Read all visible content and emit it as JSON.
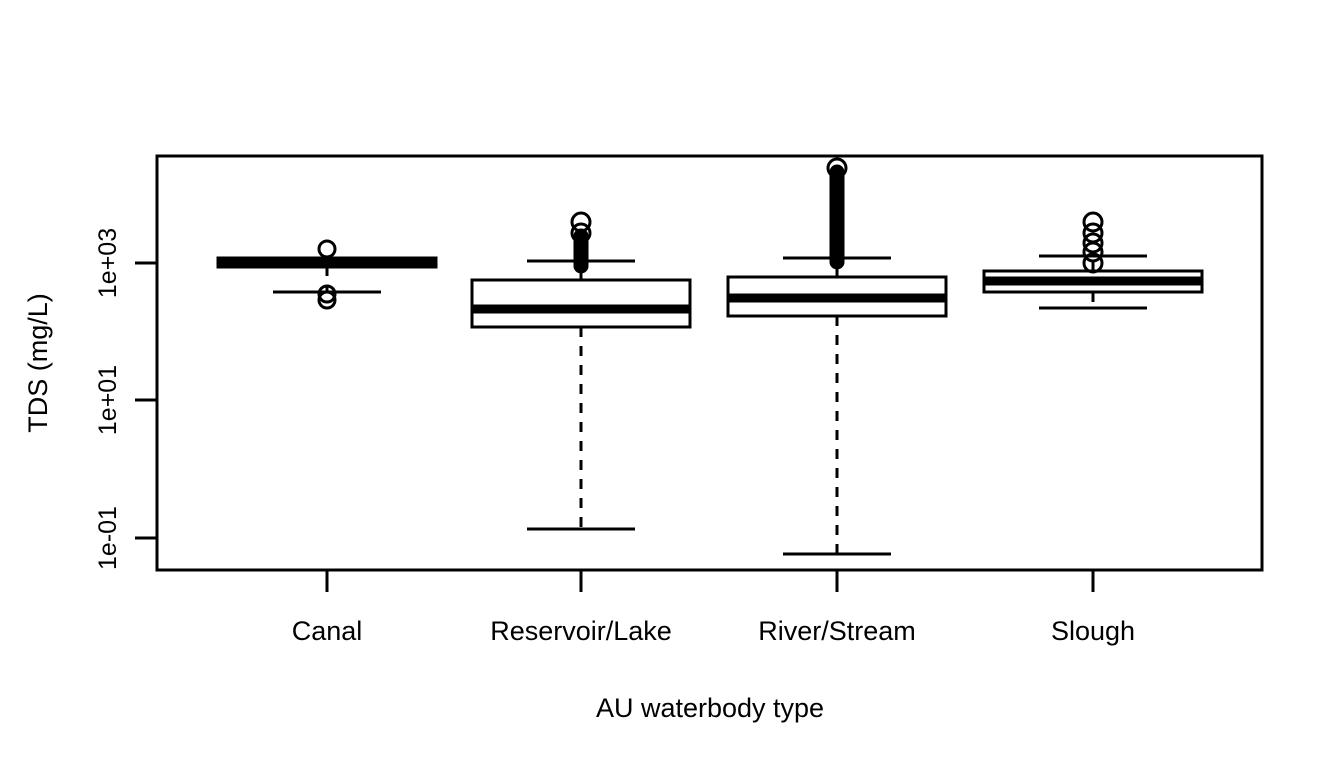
{
  "chart_data": {
    "type": "box",
    "title": "",
    "xlabel": "AU waterbody type",
    "ylabel": "TDS (mg/L)",
    "yscale": "log",
    "ytick_labels": [
      "1e+03",
      "1e+01",
      "1e-01"
    ],
    "ytick_values": [
      1000,
      10,
      0.1
    ],
    "ylim": [
      0.02,
      20000
    ],
    "categories": [
      "Canal",
      "Reservoir/Lake",
      "River/Stream",
      "Slough"
    ],
    "grid": false,
    "legend": "none",
    "boxes": [
      {
        "category": "Canal",
        "lower_whisker": 420,
        "q1": 880,
        "median": 960,
        "q3": 1030,
        "upper_whisker": 1060,
        "outliers": [
          1700,
          370,
          350
        ]
      },
      {
        "category": "Reservoir/Lake",
        "lower_whisker": 0.2,
        "q1": 170,
        "median": 215,
        "q3": 620,
        "upper_whisker": 1100,
        "outliers": [
          2100,
          1800,
          1650,
          1500,
          1380,
          1300,
          1250,
          1200,
          1180,
          1150,
          1130,
          1120
        ]
      },
      {
        "category": "River/Stream",
        "lower_whisker": 0.1,
        "q1": 195,
        "median": 300,
        "q3": 640,
        "upper_whisker": 1120,
        "outliers": [
          7800,
          6500,
          5500,
          4800,
          4200,
          3600,
          3200,
          2900,
          2600,
          2400,
          2200,
          2000,
          1850,
          1700,
          1600,
          1500,
          1420,
          1350,
          1300,
          1250,
          1200,
          1160,
          1140
        ]
      },
      {
        "category": "Slough",
        "lower_whisker": 250,
        "q1": 430,
        "median": 530,
        "q3": 640,
        "upper_whisker": 1150,
        "outliers": [
          2000,
          1750,
          1550,
          1400,
          1180
        ]
      }
    ]
  },
  "axes": {
    "x_tick_labels": [
      "Canal",
      "Reservoir/Lake",
      "River/Stream",
      "Slough"
    ],
    "y_tick_labels": [
      "1e+03",
      "1e+01",
      "1e-01"
    ],
    "x_axis_title": "AU waterbody type",
    "y_axis_title": "TDS (mg/L)"
  },
  "style": {
    "foreground": "#000000",
    "background": "#ffffff"
  }
}
